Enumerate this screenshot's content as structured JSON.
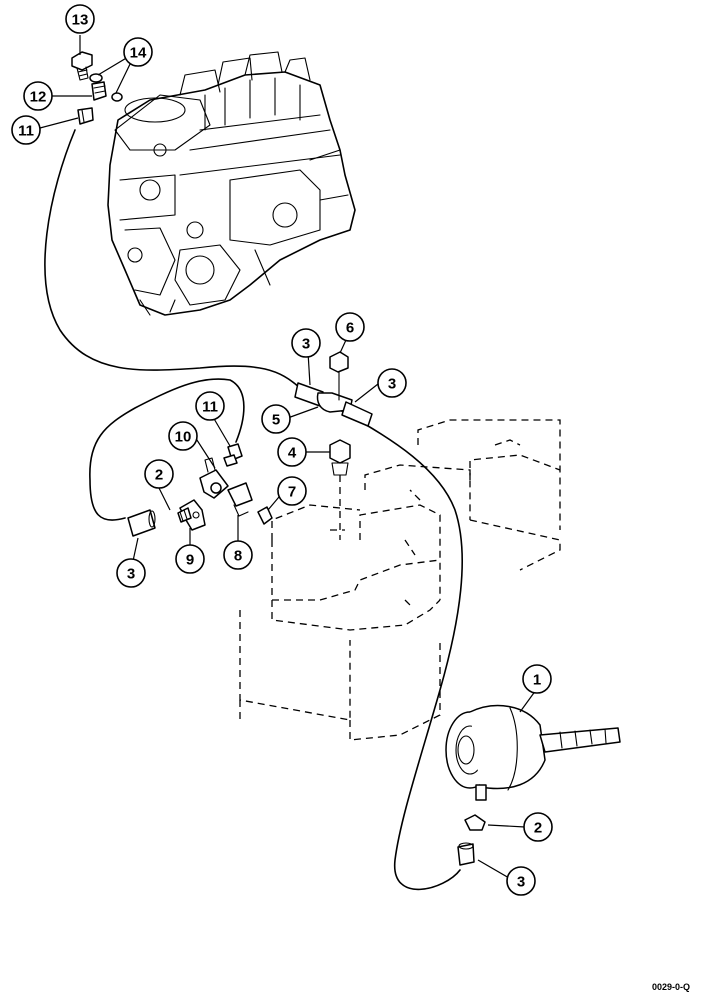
{
  "callouts": {
    "c1": "1",
    "c2a": "2",
    "c2b": "2",
    "c3a": "3",
    "c3b": "3",
    "c3c": "3",
    "c3d": "3",
    "c4": "4",
    "c5": "5",
    "c6": "6",
    "c7": "7",
    "c8": "8",
    "c9": "9",
    "c10": "10",
    "c11a": "11",
    "c11b": "11",
    "c12": "12",
    "c13": "13",
    "c14": "14"
  },
  "drawing_code": "0029-0-Q"
}
